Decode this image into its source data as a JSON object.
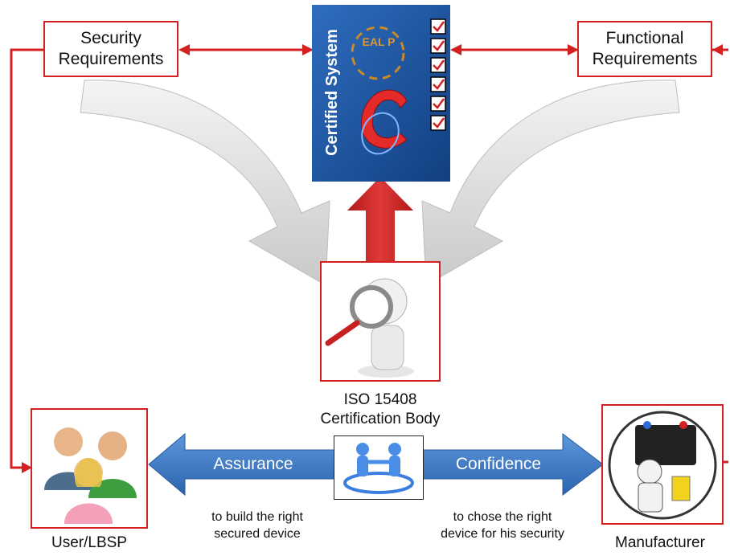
{
  "security": {
    "line1": "Security",
    "line2": "Requirements"
  },
  "functional": {
    "line1": "Functional",
    "line2": "Requirements"
  },
  "certificate": {
    "title": "Certified System",
    "seal_text": "EAL P"
  },
  "certification_body": {
    "line1": "ISO 15408",
    "line2": "Certification Body"
  },
  "assurance": {
    "label": "Assurance",
    "caption1": "to build the right",
    "caption2": "secured device"
  },
  "confidence": {
    "label": "Confidence",
    "caption1": "to chose the right",
    "caption2": "device for his security"
  },
  "user": {
    "label": "User/LBSP"
  },
  "manufacturer": {
    "label": "Manufacturer"
  },
  "colors": {
    "red": "#d42020",
    "blue": "#3b78c4",
    "cert_blue": "#1b4f9a",
    "gray": "#d8d8d8"
  }
}
